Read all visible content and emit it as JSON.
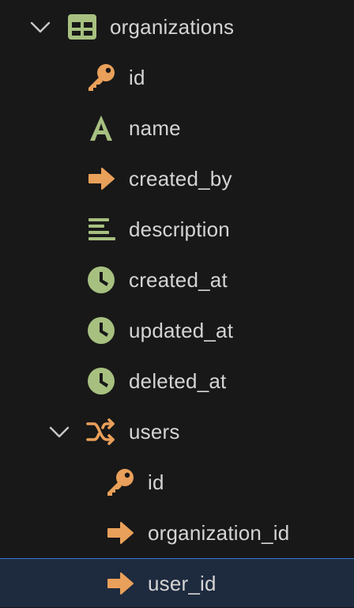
{
  "tree": {
    "organizations": {
      "label": "organizations",
      "icon": "table-icon",
      "expanded": true,
      "columns": [
        {
          "label": "id",
          "icon": "key-icon"
        },
        {
          "label": "name",
          "icon": "text-type-icon"
        },
        {
          "label": "created_by",
          "icon": "arrow-right-icon"
        },
        {
          "label": "description",
          "icon": "text-lines-icon"
        },
        {
          "label": "created_at",
          "icon": "clock-icon"
        },
        {
          "label": "updated_at",
          "icon": "clock-icon"
        },
        {
          "label": "deleted_at",
          "icon": "clock-icon"
        }
      ]
    },
    "users": {
      "label": "users",
      "icon": "relation-shuffle-icon",
      "expanded": true,
      "columns": [
        {
          "label": "id",
          "icon": "key-icon"
        },
        {
          "label": "organization_id",
          "icon": "arrow-right-icon"
        },
        {
          "label": "user_id",
          "icon": "arrow-right-icon",
          "selected": true
        }
      ]
    }
  },
  "colors": {
    "background": "#181818",
    "text": "#d4d4d4",
    "green": "#a7c080",
    "orange": "#e9a05a",
    "selection_bg": "#1e2a3e",
    "selection_border": "#3b7bd6"
  }
}
